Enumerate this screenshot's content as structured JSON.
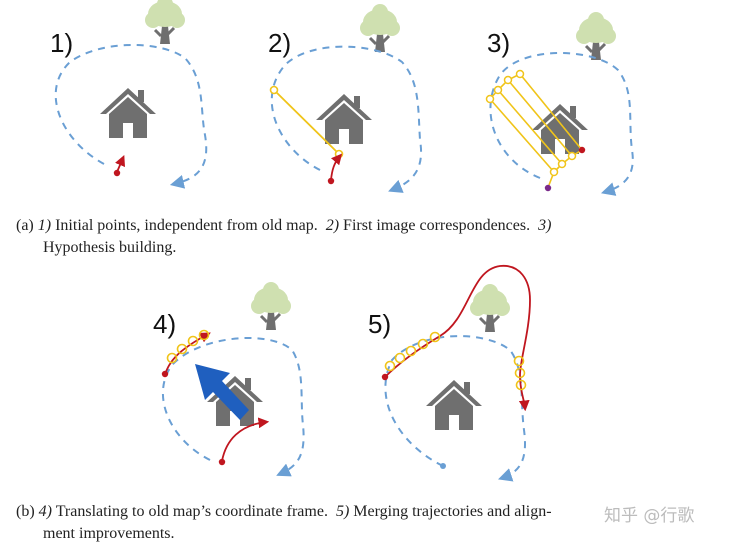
{
  "panels": [
    {
      "id": "p1",
      "label": "1)"
    },
    {
      "id": "p2",
      "label": "2)"
    },
    {
      "id": "p3",
      "label": "3)"
    },
    {
      "id": "p4",
      "label": "4)"
    },
    {
      "id": "p5",
      "label": "5)"
    }
  ],
  "caption_a": {
    "prefix": "(a)",
    "item1_num": "1)",
    "item1_text": " Initial points, independent from old map.",
    "item2_num": "2)",
    "item2_text": " First image correspondences.",
    "item3_num": "3)",
    "line2": "Hypothesis building."
  },
  "caption_b": {
    "prefix": "(b)",
    "item4_num": "4)",
    "item4_text": " Translating to old map’s coordinate frame.",
    "item5_num": "5)",
    "item5_text": " Merging trajectories and align-",
    "line2": "ment improvements."
  },
  "watermark": "知乎 @行歌",
  "icons": [
    "tree-icon",
    "house-icon",
    "arrow-icon"
  ],
  "colors": {
    "path_blue": "#6a9fd4",
    "trajectory_red": "#c0161f",
    "correspondence_yellow": "#f0c419",
    "house_gray": "#6f6f6f",
    "tree_green": "#cfe0b0",
    "tree_trunk": "#6f6f6f",
    "big_arrow_blue": "#1f5fbf"
  }
}
